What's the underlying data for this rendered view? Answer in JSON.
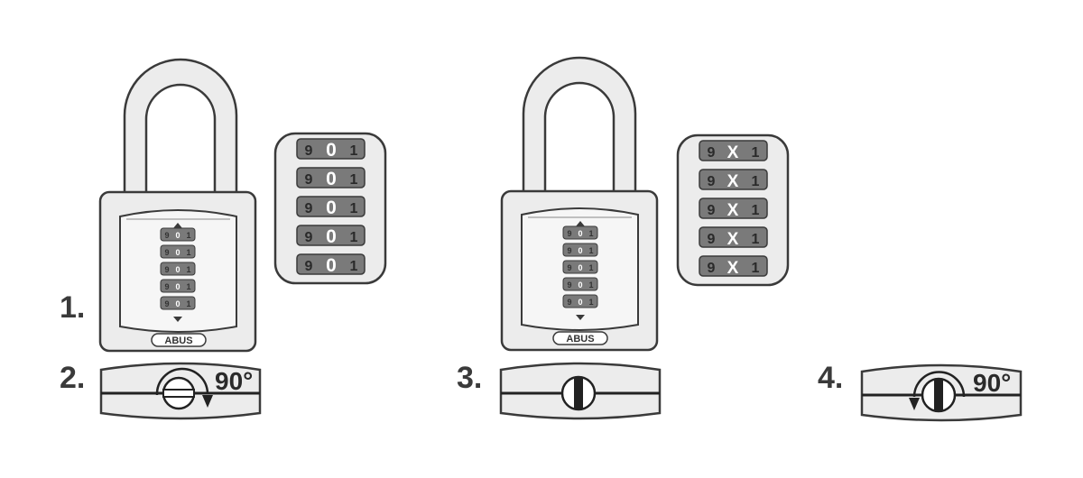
{
  "steps": {
    "step1": "1.",
    "step2": "2.",
    "step3": "3.",
    "step4": "4."
  },
  "rotation": {
    "step2": "90°",
    "step4": "90°"
  },
  "lock1": {
    "brand": "ABUS",
    "dials": [
      {
        "left": "9",
        "center": "0",
        "right": "1"
      },
      {
        "left": "9",
        "center": "0",
        "right": "1"
      },
      {
        "left": "9",
        "center": "0",
        "right": "1"
      },
      {
        "left": "9",
        "center": "0",
        "right": "1"
      },
      {
        "left": "9",
        "center": "0",
        "right": "1"
      }
    ]
  },
  "lock2": {
    "brand": "ABUS",
    "dials": [
      {
        "left": "9",
        "center": "0",
        "right": "1"
      },
      {
        "left": "9",
        "center": "0",
        "right": "1"
      },
      {
        "left": "9",
        "center": "0",
        "right": "1"
      },
      {
        "left": "9",
        "center": "0",
        "right": "1"
      },
      {
        "left": "9",
        "center": "0",
        "right": "1"
      }
    ]
  },
  "zoom1": {
    "rows": [
      {
        "left": "9",
        "center": "0",
        "right": "1"
      },
      {
        "left": "9",
        "center": "0",
        "right": "1"
      },
      {
        "left": "9",
        "center": "0",
        "right": "1"
      },
      {
        "left": "9",
        "center": "0",
        "right": "1"
      },
      {
        "left": "9",
        "center": "0",
        "right": "1"
      }
    ]
  },
  "zoom2": {
    "rows": [
      {
        "left": "9",
        "center": "X",
        "right": "1"
      },
      {
        "left": "9",
        "center": "X",
        "right": "1"
      },
      {
        "left": "9",
        "center": "X",
        "right": "1"
      },
      {
        "left": "9",
        "center": "X",
        "right": "1"
      },
      {
        "left": "9",
        "center": "X",
        "right": "1"
      }
    ]
  },
  "colors": {
    "body_fill": "#ececec",
    "outline": "#3a3a3a",
    "dial_fill": "#7a7a7a"
  }
}
